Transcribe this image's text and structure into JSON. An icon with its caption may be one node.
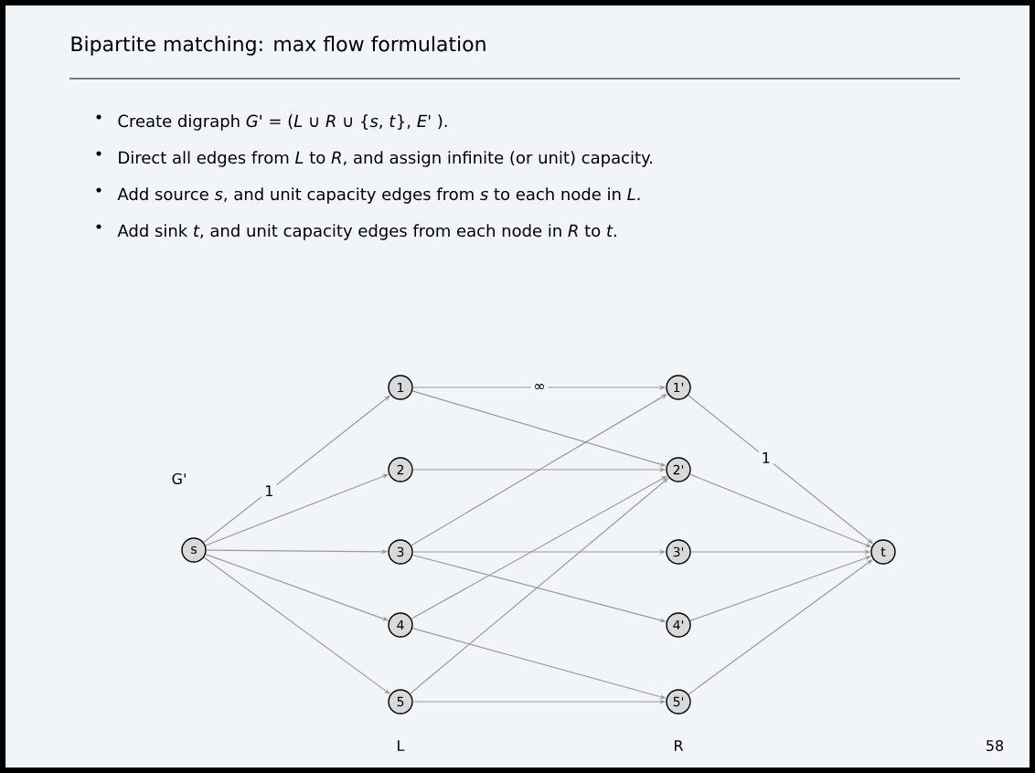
{
  "diagram": {
    "title": "Bipartite matching: max flow formulation",
    "nodes": [
      {
        "text": [
          "s"
        ]
      },
      {
        "text": [
          "1"
        ]
      },
      {
        "text": [
          "2"
        ]
      },
      {
        "text": [
          "3"
        ]
      },
      {
        "text": [
          "4"
        ]
      },
      {
        "text": [
          "5"
        ]
      },
      {
        "text": [
          "1'"
        ]
      },
      {
        "text": [
          "2'"
        ]
      },
      {
        "text": [
          "3'"
        ]
      },
      {
        "text": [
          "4'"
        ]
      },
      {
        "text": [
          "5'"
        ]
      },
      {
        "text": [
          "t"
        ]
      }
    ],
    "edges": [
      {
        "from": 0,
        "to": 1,
        "arrow": "to",
        "label": "1"
      },
      {
        "from": 0,
        "to": 2,
        "arrow": "to"
      },
      {
        "from": 0,
        "to": 3,
        "arrow": "to"
      },
      {
        "from": 0,
        "to": 4,
        "arrow": "to"
      },
      {
        "from": 0,
        "to": 5,
        "arrow": "to"
      },
      {
        "from": 1,
        "to": 6,
        "arrow": "to",
        "label": "∞"
      },
      {
        "from": 1,
        "to": 7,
        "arrow": "to"
      },
      {
        "from": 2,
        "to": 7,
        "arrow": "to"
      },
      {
        "from": 3,
        "to": 6,
        "arrow": "to"
      },
      {
        "from": 3,
        "to": 8,
        "arrow": "to"
      },
      {
        "from": 3,
        "to": 9,
        "arrow": "to"
      },
      {
        "from": 4,
        "to": 7,
        "arrow": "to"
      },
      {
        "from": 4,
        "to": 10,
        "arrow": "to"
      },
      {
        "from": 5,
        "to": 7,
        "arrow": "to"
      },
      {
        "from": 5,
        "to": 10,
        "arrow": "to"
      },
      {
        "from": 6,
        "to": 11,
        "arrow": "to",
        "label": "1"
      },
      {
        "from": 7,
        "to": 11,
        "arrow": "to"
      },
      {
        "from": 8,
        "to": 11,
        "arrow": "to"
      },
      {
        "from": 9,
        "to": 11,
        "arrow": "to"
      },
      {
        "from": 10,
        "to": 11,
        "arrow": "to"
      }
    ],
    "labels": [
      "Create digraph *G'* = (*L* ∪ *R* ∪ {*s*, *t*}, *E'* ).",
      "Direct all edges from *L* to *R*, and assign infinite (or unit) capacity.",
      "Add source *s*, and unit capacity edges from *s* to each node in *L*.",
      "Add sink *t*, and unit capacity edges from each node in *R* to *t*.",
      "G'",
      "L",
      "R",
      "58"
    ]
  }
}
